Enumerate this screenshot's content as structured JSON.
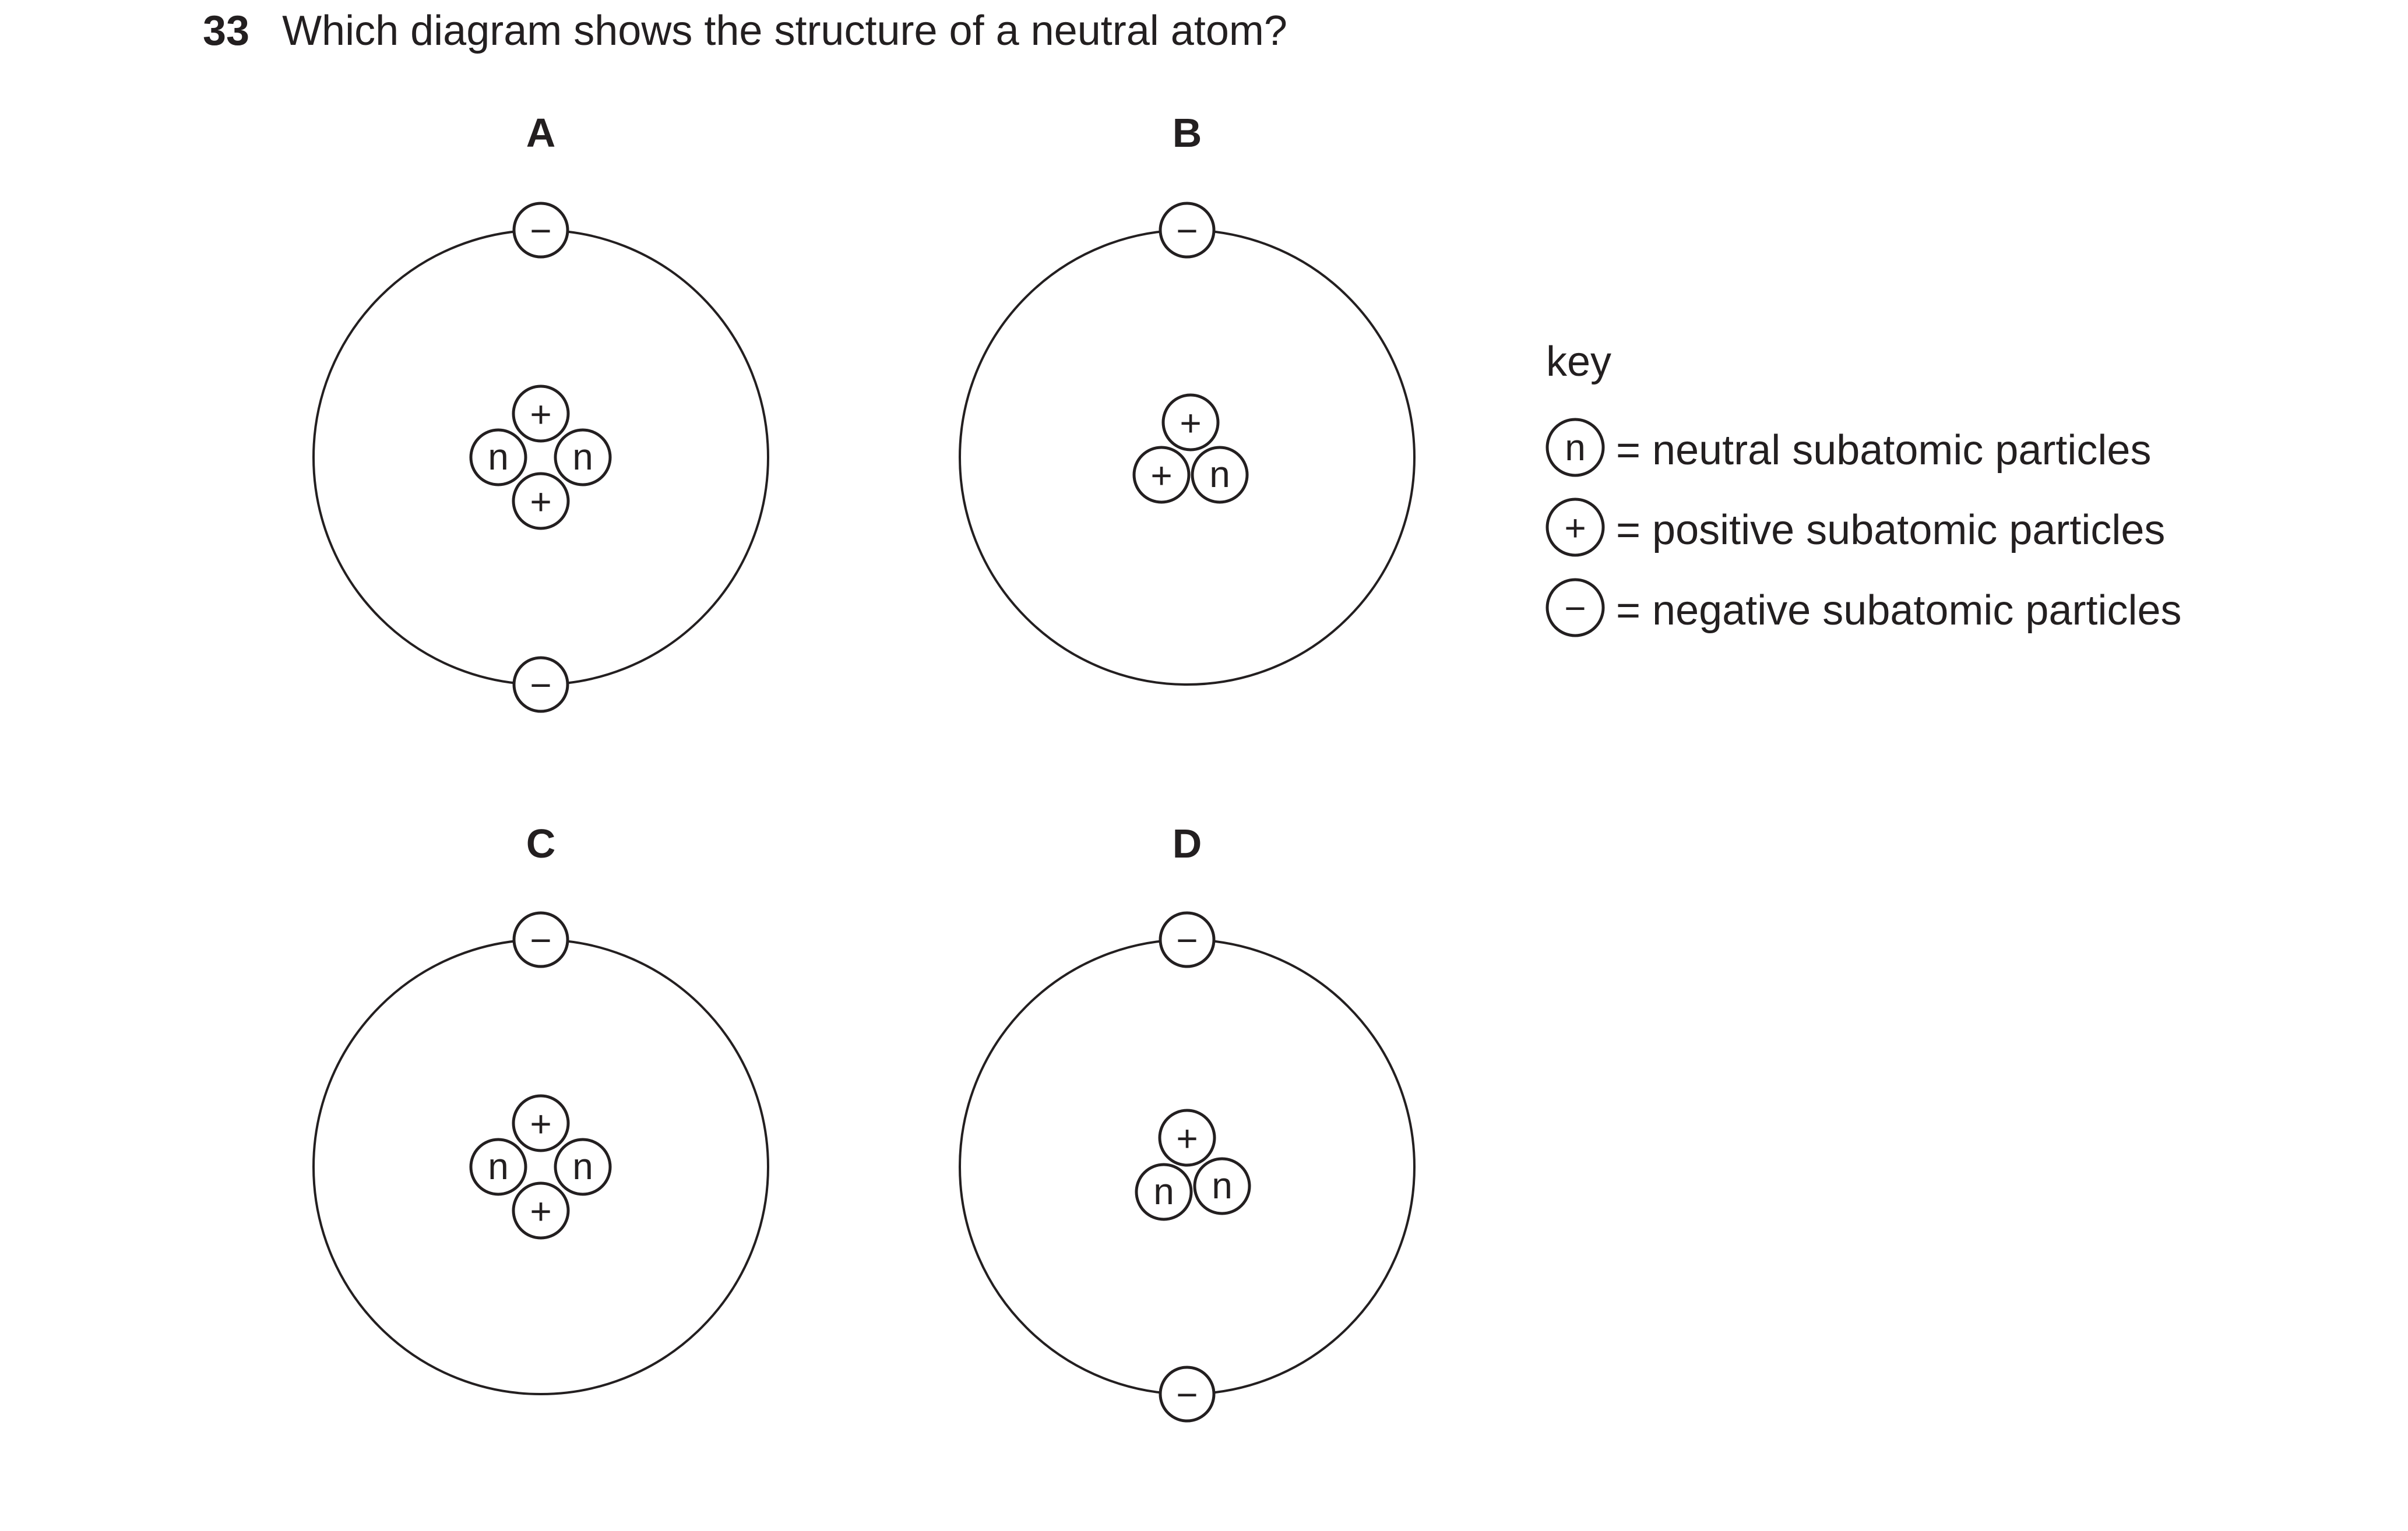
{
  "question": {
    "number": "33",
    "text": "Which diagram shows the structure of a neutral atom?"
  },
  "options": [
    {
      "label": "A",
      "nucleus": [
        "+",
        "n",
        "n",
        "+"
      ],
      "electrons": [
        "−",
        "−"
      ]
    },
    {
      "label": "B",
      "nucleus": [
        "+",
        "+",
        "n"
      ],
      "electrons": [
        "−"
      ]
    },
    {
      "label": "C",
      "nucleus": [
        "+",
        "n",
        "n",
        "+"
      ],
      "electrons": [
        "−"
      ]
    },
    {
      "label": "D",
      "nucleus": [
        "+",
        "n",
        "n"
      ],
      "electrons": [
        "−",
        "−"
      ]
    }
  ],
  "key": {
    "title": "key",
    "items": [
      {
        "symbol": "n",
        "text": "= neutral subatomic particles"
      },
      {
        "symbol": "+",
        "text": "= positive subatomic particles"
      },
      {
        "symbol": "−",
        "text": "= negative subatomic particles"
      }
    ]
  },
  "colors": {
    "ink": "#231f20",
    "background": "#ffffff"
  }
}
